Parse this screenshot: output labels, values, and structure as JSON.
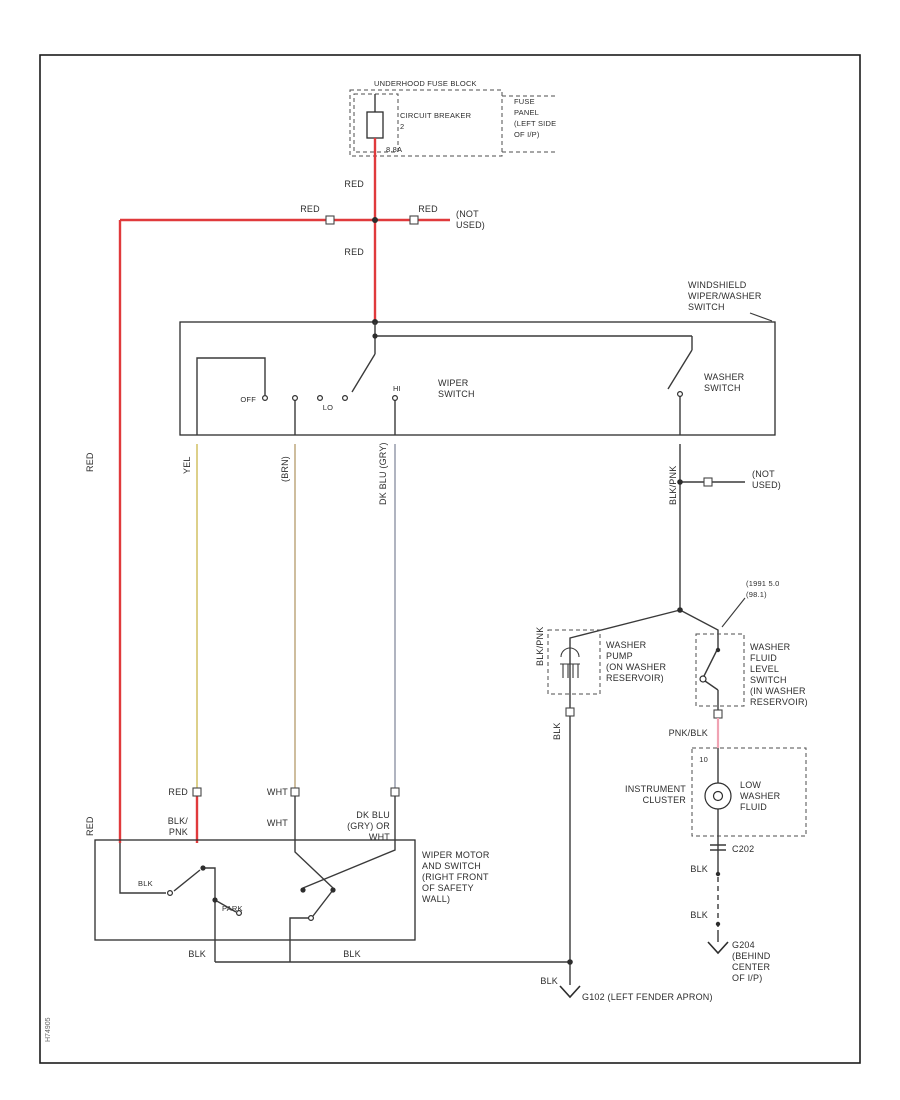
{
  "colors": {
    "red": "#e03a3c",
    "yellow": "#ddd08a",
    "brown": "#c8b693",
    "gray_blue": "#a7acb9",
    "pink": "#f0a3b3",
    "black_wire": "#3a3a3a"
  },
  "doc": {
    "sheet_id": "H74905"
  },
  "fuse_block": {
    "title": "UNDERHOOD FUSE BLOCK",
    "breaker": [
      "CIRCUIT BREAKER",
      "2"
    ],
    "amps": "8.8A",
    "panel": [
      "FUSE",
      "PANEL",
      "(LEFT SIDE",
      "OF I/P)"
    ]
  },
  "top_feed": {
    "red_upper": "RED",
    "red_lower": "RED",
    "red_branch_left": "RED",
    "red_branch_right": "RED",
    "not_used": [
      "(NOT",
      "USED)"
    ]
  },
  "switch_box": {
    "title": [
      "WINDSHIELD",
      "WIPER/WASHER",
      "SWITCH"
    ],
    "wiper_label": [
      "WIPER",
      "SWITCH"
    ],
    "washer_label": [
      "WASHER",
      "SWITCH"
    ],
    "pos_off": "OFF",
    "pos_lo": "LO",
    "pos_hi": "HI"
  },
  "wires": {
    "red_left": "RED",
    "red_left_lower": "RED",
    "yel": "YEL",
    "brn": "(BRN)",
    "dk_blu": "DK BLU (GRY)",
    "blk_pnk_washer": "BLK/PNK",
    "blk_pnk_pump": "BLK/PNK",
    "blk_pump": "BLK",
    "pnk_blk": "PNK/BLK",
    "not_used": [
      "(NOT",
      "USED)"
    ],
    "note_1991": [
      "(1991 5.0",
      "(98.1)"
    ],
    "bottom_red": "RED",
    "bottom_blk_pnk": [
      "BLK/",
      "PNK"
    ],
    "bottom_wht_1": "WHT",
    "bottom_wht_2": "WHT",
    "bottom_dk_blu": [
      "DK BLU",
      "(GRY) OR",
      "WHT"
    ],
    "blk_motor_1": "BLK",
    "blk_motor_2": "BLK",
    "blk_g102": "BLK",
    "blk_cluster_1": "BLK",
    "blk_cluster_2": "BLK"
  },
  "washer_pump": {
    "label": [
      "WASHER",
      "PUMP",
      "(ON WASHER",
      "RESERVOIR)"
    ]
  },
  "fluid_switch": {
    "label": [
      "WASHER",
      "FLUID",
      "LEVEL",
      "SWITCH",
      "(IN WASHER",
      "RESERVOIR)"
    ]
  },
  "cluster": {
    "label": [
      "INSTRUMENT",
      "CLUSTER"
    ],
    "pin": "10",
    "bulb": [
      "LOW",
      "WASHER",
      "FLUID"
    ]
  },
  "motor": {
    "label": [
      "WIPER MOTOR",
      "AND SWITCH",
      "(RIGHT FRONT",
      "OF SAFETY",
      "WALL)"
    ],
    "park": "PARK",
    "blk": "BLK"
  },
  "connectors": {
    "c202": "C202"
  },
  "grounds": {
    "g102": "G102 (LEFT FENDER APRON)",
    "g204": [
      "G204",
      "(BEHIND",
      "CENTER",
      "OF I/P)"
    ]
  }
}
